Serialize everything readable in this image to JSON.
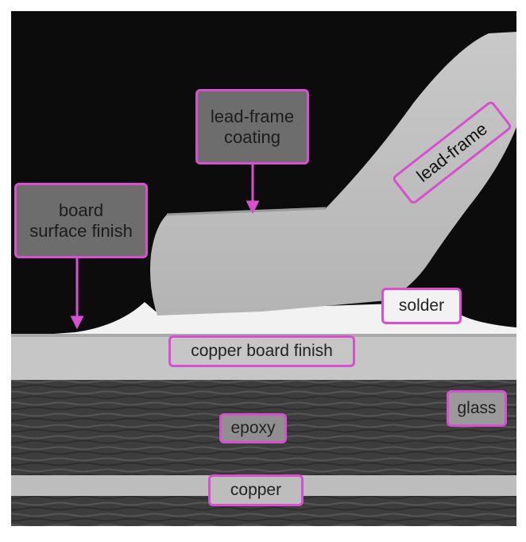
{
  "figure": {
    "labels": {
      "lead_frame_coating": "lead-frame coating",
      "board_surface_finish": "board surface finish",
      "lead_frame": "lead-frame",
      "solder": "solder",
      "copper_board_finish": "copper board finish",
      "glass": "glass",
      "epoxy": "epoxy",
      "copper": "copper"
    },
    "colors": {
      "label_border": "#d84fd0",
      "background": "#0c0c0c",
      "metal": "#c3c3c3",
      "solder": "#f2f2f2",
      "laminate": "#3f3f3f"
    }
  }
}
